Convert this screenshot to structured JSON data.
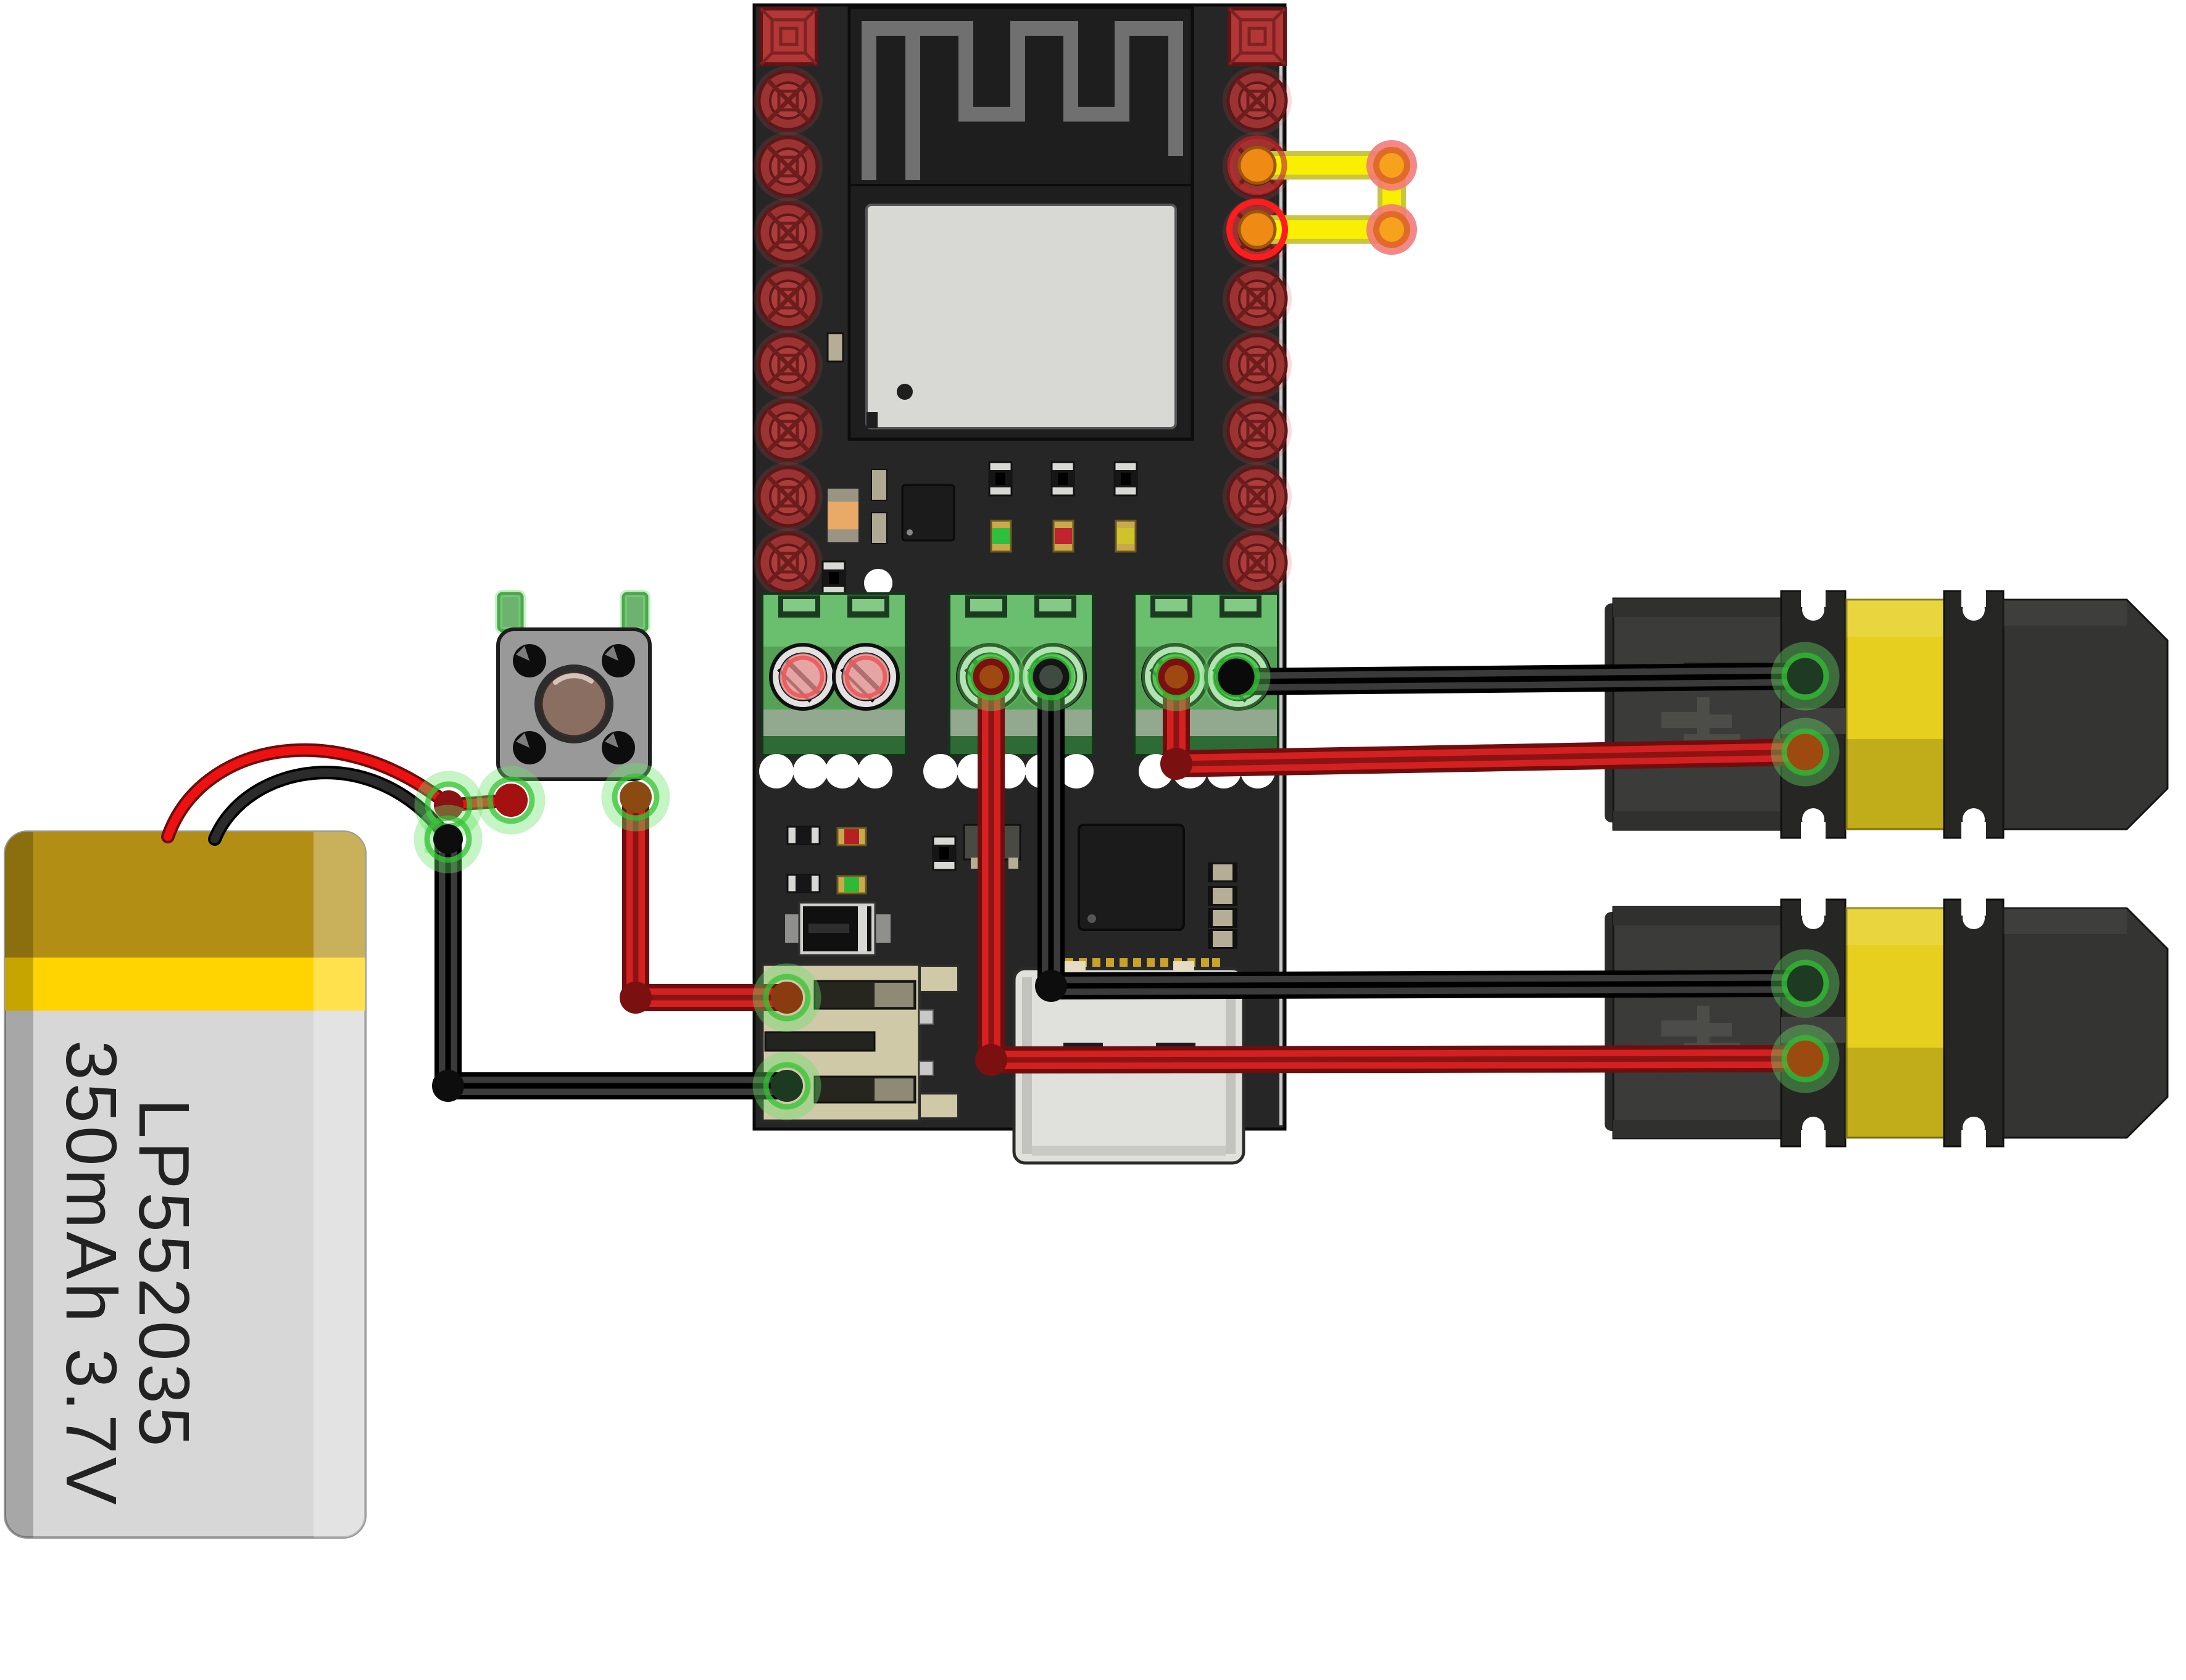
{
  "battery": {
    "label_line1": "LP552035",
    "label_line2": "350mAh 3.7V",
    "body_color": "#d7d7d7",
    "band_color": "#b28f14",
    "stripe_color": "#ffd400"
  },
  "board": {
    "color": "#262626",
    "module_color": "#1e1e1e",
    "shield_color": "#d8d8d4",
    "antenna_color": "#707070",
    "pad_color": "#9c3333",
    "terminal_color": "#55a257",
    "usb_color": "#e0e0dc",
    "jst_color": "#cfc9a8",
    "leds": {
      "green": "#2fbf3f",
      "red": "#bf2430",
      "yellow": "#cfc32a"
    },
    "status_leds": {
      "red": "#b52025",
      "green": "#2fba35"
    }
  },
  "button": {
    "body_color": "#999999",
    "cap_color": "#8a6e62",
    "leg_color": "#6db36f"
  },
  "motor": {
    "count": 2,
    "body_color": "#3b3b39",
    "band_color": "#e6cf1e"
  },
  "wires": {
    "red": "#d42020",
    "black": "#3a3a3a",
    "yellow": "#f8f000",
    "battery_red": "#ee1111",
    "battery_black": "#2b2b2b"
  },
  "highlights": {
    "connected_ring": "#3cc23c",
    "unconnected_ring": "#d23c3c",
    "terminal_orange": "#ef8a14"
  }
}
